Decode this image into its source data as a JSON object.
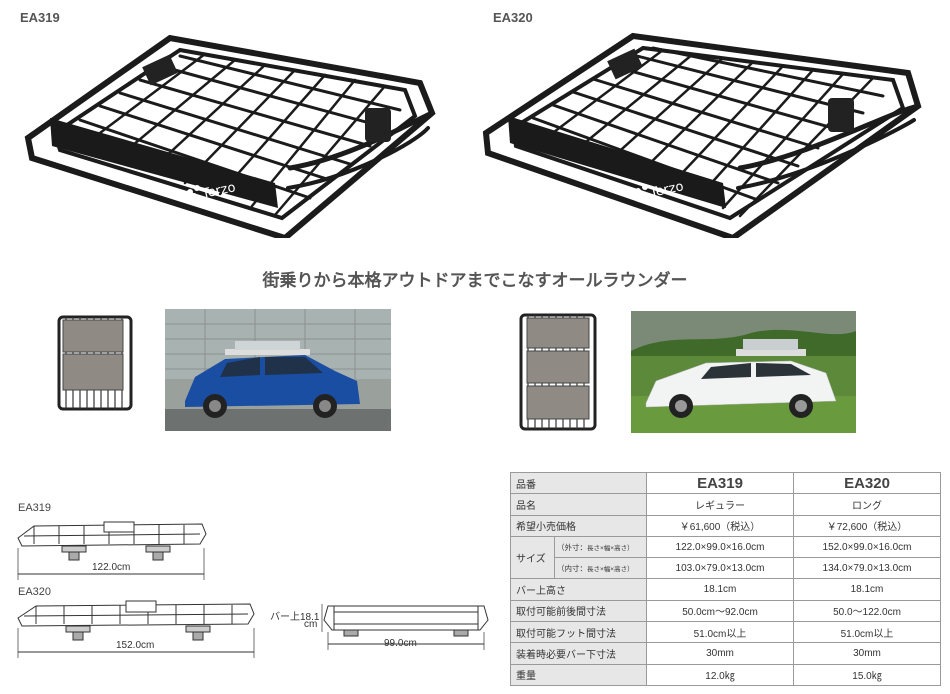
{
  "products": [
    {
      "model": "EA319",
      "brand": "Terzo"
    },
    {
      "model": "EA320",
      "brand": "Terzo"
    }
  ],
  "tagline": "街乗りから本格アウトドアまでこなすオールラウンダー",
  "diagrams": {
    "ea319_label": "EA319",
    "ea319_length": "122.0cm",
    "ea320_label": "EA320",
    "ea320_length": "152.0cm",
    "bar_height_label": "バー上18.1",
    "bar_height_unit": "cm",
    "width": "99.0cm"
  },
  "spec_table": {
    "col_label": "品番",
    "models": [
      "EA319",
      "EA320"
    ],
    "rows": [
      {
        "label": "品名",
        "values": [
          "レギュラー",
          "ロング"
        ]
      },
      {
        "label": "希望小売価格",
        "values": [
          "￥61,600（税込）",
          "￥72,600（税込）"
        ]
      },
      {
        "label": "バー上高さ",
        "values": [
          "18.1cm",
          "18.1cm"
        ]
      },
      {
        "label": "取付可能前後間寸法",
        "values": [
          "50.0cm〜92.0cm",
          "50.0〜122.0cm"
        ]
      },
      {
        "label": "取付可能フット間寸法",
        "values": [
          "51.0cm以上",
          "51.0cm以上"
        ]
      },
      {
        "label": "装着時必要バー下寸法",
        "values": [
          "30mm",
          "30mm"
        ]
      },
      {
        "label": "重量",
        "values": [
          "12.0㎏",
          "15.0㎏"
        ]
      }
    ],
    "size": {
      "label": "サイズ",
      "outer": {
        "label": "（外寸：",
        "detail": "長さ×幅×高さ）",
        "values": [
          "122.0×99.0×16.0cm",
          "152.0×99.0×16.0cm"
        ]
      },
      "inner": {
        "label": "（内寸：",
        "detail": "長さ×幅×高さ）",
        "values": [
          "103.0×79.0×13.0cm",
          "134.0×79.0×13.0cm"
        ]
      }
    }
  }
}
